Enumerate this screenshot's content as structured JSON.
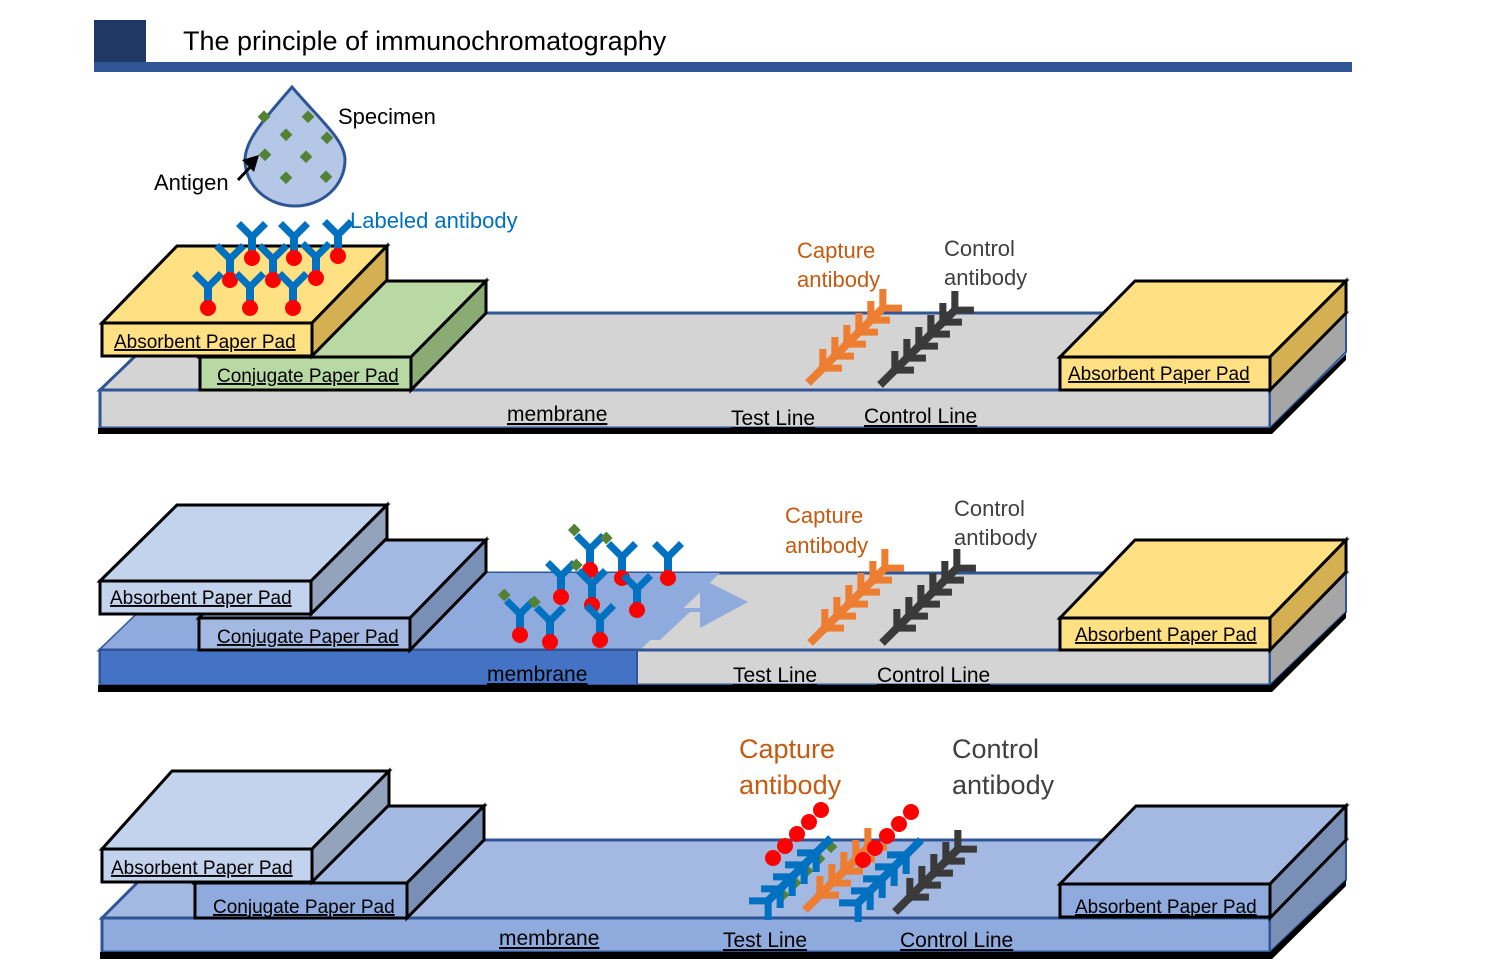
{
  "header": {
    "title": "The principle of immunochromatography",
    "colors": {
      "accent_block": "#1f3864",
      "rule": "#2f5597"
    }
  },
  "specimen": {
    "specimen_label": "Specimen",
    "antigen_label": "Antigen",
    "labeled_antibody_label": "Labeled antibody"
  },
  "colors": {
    "antibody_blue": "#0070c0",
    "label_red": "#ff0000",
    "antigen_green": "#548235",
    "capture_orange": "#ed7d31",
    "control_dark": "#3a3a3a",
    "capture_text": "#c55a11",
    "control_text": "#404040",
    "labeled_text": "#0070c0",
    "yellow_pad": "#ffe082",
    "green_pad": "#b8d9a4",
    "membrane_gray": "#d4d4d4",
    "wet_blue": "#8faadc",
    "dark_wet": "#4472c4"
  },
  "panels": [
    {
      "step": "before-sample-flow",
      "absorbent_left_label": "Absorbent Paper Pad",
      "conjugate_label": "Conjugate Paper Pad",
      "membrane_label": "membrane",
      "test_line_label": "Test Line",
      "control_line_label": "Control Line",
      "absorbent_right_label": "Absorbent Paper Pad",
      "capture_label_line1": "Capture",
      "capture_label_line2": "antibody",
      "control_label_line1": "Control",
      "control_label_line2": "antibody"
    },
    {
      "step": "sample-flowing",
      "absorbent_left_label": "Absorbent Paper Pad",
      "conjugate_label": "Conjugate Paper Pad",
      "membrane_label": "membrane",
      "test_line_label": "Test Line",
      "control_line_label": "Control Line",
      "absorbent_right_label": "Absorbent Paper Pad",
      "capture_label_line1": "Capture",
      "capture_label_line2": "antibody",
      "control_label_line1": "Control",
      "control_label_line2": "antibody"
    },
    {
      "step": "result-binding",
      "absorbent_left_label": "Absorbent Paper Pad",
      "conjugate_label": "Conjugate Paper Pad",
      "membrane_label": "membrane",
      "test_line_label": "Test Line",
      "control_line_label": "Control Line",
      "absorbent_right_label": "Absorbent Paper Pad",
      "capture_label_line1": "Capture",
      "capture_label_line2": "antibody",
      "control_label_line1": "Control",
      "control_label_line2": "antibody"
    }
  ]
}
